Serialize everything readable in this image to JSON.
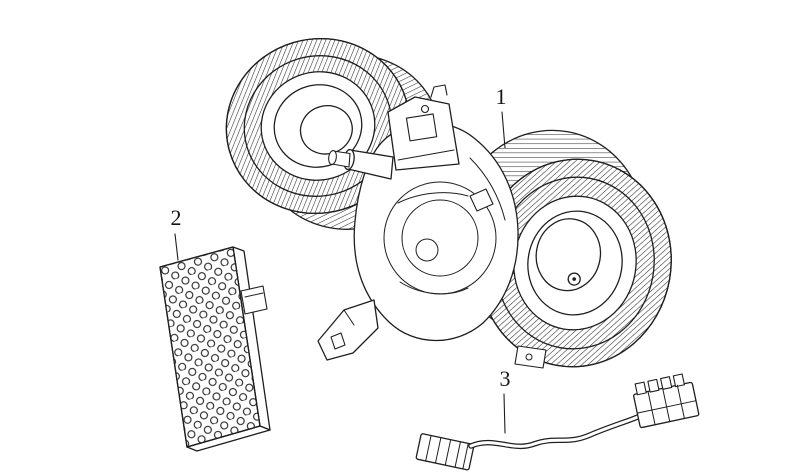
{
  "diagram": {
    "background": "#ffffff",
    "line_color": "#1f1f1f",
    "parts": [
      {
        "label": "1",
        "name": "blower-motor-assembly"
      },
      {
        "label": "2",
        "name": "blower-resistor-module"
      },
      {
        "label": "3",
        "name": "connector-cable-harness"
      }
    ]
  }
}
